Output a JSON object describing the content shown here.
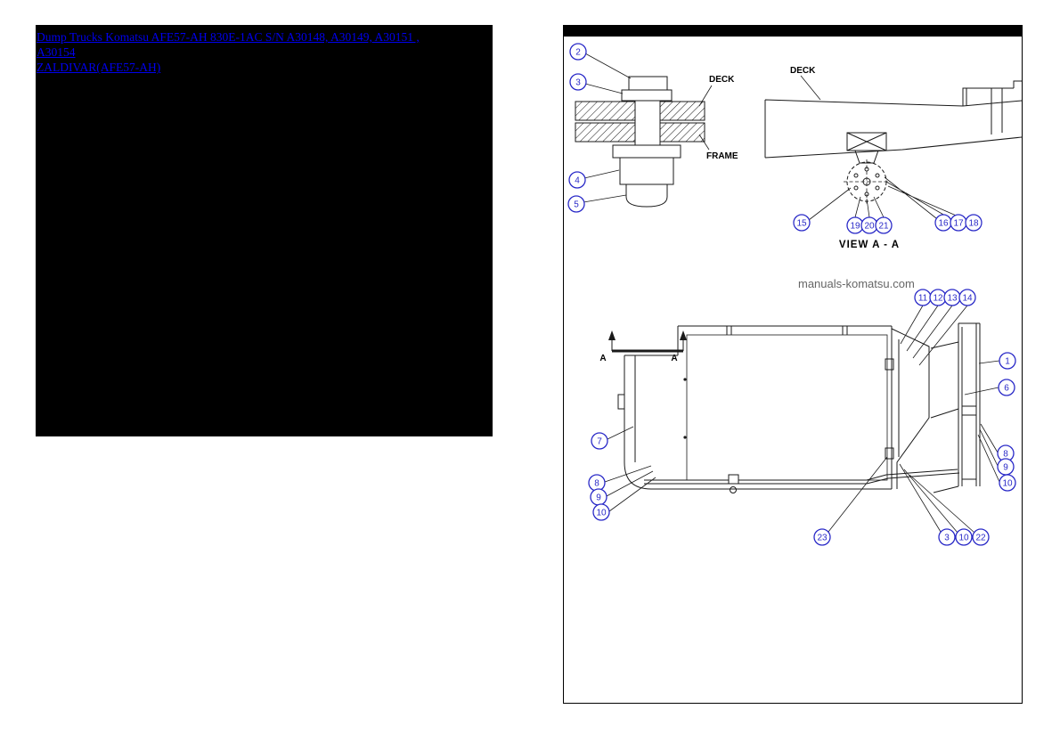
{
  "colors": {
    "link": "#0000EE",
    "callout": "#2a2ac8",
    "watermark": "#666666",
    "line": "#1a1a1a",
    "left_panel_bg": "#000000"
  },
  "breadcrumb": {
    "line1": "Dump Trucks Komatsu AFE57-AH 830E-1AC S/N A30148, A30149, A30151 , A30154",
    "line2": "ZALDIVAR(AFE57-AH)"
  },
  "diagram": {
    "watermark": "manuals-komatsu.com",
    "labels": {
      "deck_bolt": "DECK",
      "frame": "FRAME",
      "deck_side": "DECK",
      "view_caption": "VIEW A - A",
      "section_a_left": "A",
      "section_a_right": "A"
    },
    "callouts": [
      {
        "n": "2"
      },
      {
        "n": "3"
      },
      {
        "n": "4"
      },
      {
        "n": "5"
      },
      {
        "n": "15"
      },
      {
        "n": "19"
      },
      {
        "n": "20"
      },
      {
        "n": "21"
      },
      {
        "n": "16"
      },
      {
        "n": "17"
      },
      {
        "n": "18"
      },
      {
        "n": "11"
      },
      {
        "n": "12"
      },
      {
        "n": "13"
      },
      {
        "n": "14"
      },
      {
        "n": "1"
      },
      {
        "n": "6"
      },
      {
        "n": "7"
      },
      {
        "n": "8"
      },
      {
        "n": "9"
      },
      {
        "n": "10"
      },
      {
        "n": "8"
      },
      {
        "n": "9"
      },
      {
        "n": "10"
      },
      {
        "n": "23"
      },
      {
        "n": "3"
      },
      {
        "n": "10"
      },
      {
        "n": "22"
      }
    ]
  }
}
